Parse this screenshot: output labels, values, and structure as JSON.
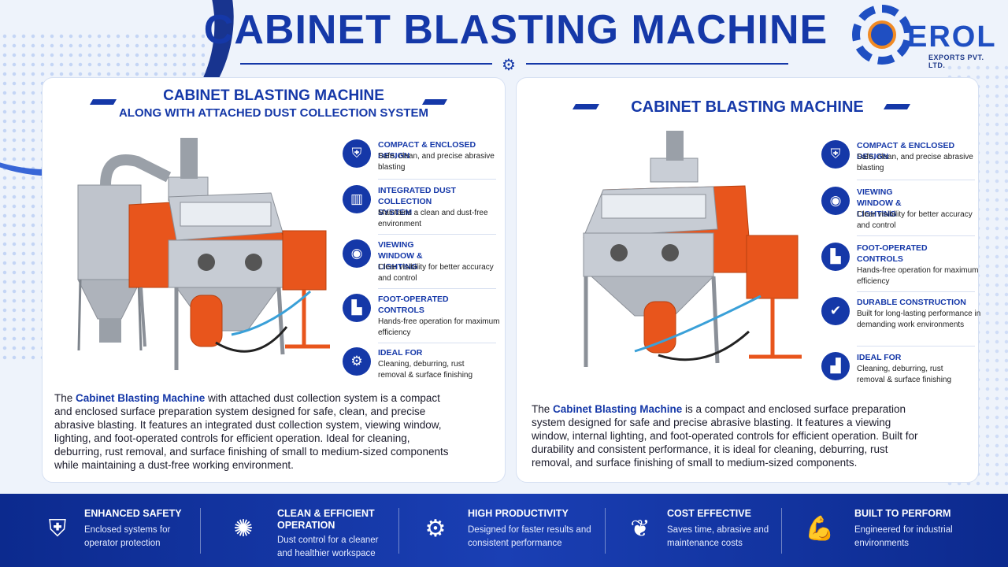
{
  "title": "CABINET BLASTING MACHINE",
  "logo": {
    "name": "EROL",
    "sub": "EXPORTS PVT. LTD."
  },
  "left_card": {
    "title": "CABINET BLASTING MACHINE",
    "subtitle": "ALONG WITH ATTACHED DUST COLLECTION SYSTEM",
    "features": [
      {
        "icon": "shield-icon",
        "title": "COMPACT & ENCLOSED DESIGN",
        "desc": "Safe, clean, and precise abrasive blasting"
      },
      {
        "icon": "dust-collector-icon",
        "title": "INTEGRATED DUST COLLECTION SYSTEM",
        "desc": "Maintains a clean and dust-free environment"
      },
      {
        "icon": "eye-icon",
        "title": "VIEWING WINDOW & LIGHTING",
        "desc": "Clear visibility for better accuracy and control"
      },
      {
        "icon": "boot-icon",
        "title": "FOOT-OPERATED CONTROLS",
        "desc": "Hands-free operation for maximum efficiency"
      },
      {
        "icon": "gear-icon",
        "title": "IDEAL FOR",
        "desc": "Cleaning, deburring, rust removal & surface finishing"
      }
    ],
    "desc_lead": "The ",
    "desc_bold": "Cabinet Blasting Machine",
    "desc_rest": " with attached dust collection system is a compact and enclosed surface preparation system designed for safe, clean, and precise abrasive blasting. It features an integrated dust collection system, viewing window, lighting, and foot-operated controls for efficient operation. Ideal for cleaning, deburring, rust removal, and surface finishing of small to medium-sized components while maintaining a dust-free working environment."
  },
  "right_card": {
    "title": "CABINET BLASTING MACHINE",
    "features": [
      {
        "icon": "shield-icon",
        "title": "COMPACT & ENCLOSED DESIGN",
        "desc": "Safe, clean, and precise abrasive blasting"
      },
      {
        "icon": "eye-icon",
        "title": "VIEWING WINDOW & LIGHTING",
        "desc": "Clear visibility for better accuracy and control"
      },
      {
        "icon": "boot-icon",
        "title": "FOOT-OPERATED CONTROLS",
        "desc": "Hands-free operation for maximum efficiency"
      },
      {
        "icon": "shield-check-icon",
        "title": "DURABLE CONSTRUCTION",
        "desc": "Built for long-lasting performance in demanding work environments"
      },
      {
        "icon": "factory-icon",
        "title": "IDEAL FOR",
        "desc": "Cleaning, deburring, rust removal & surface finishing"
      }
    ],
    "desc_lead": "The ",
    "desc_bold": "Cabinet Blasting Machine",
    "desc_rest": " is a compact and enclosed surface preparation system designed for safe and precise abrasive blasting. It features a viewing window, internal lighting, and foot-operated controls for efficient operation. Built for durability and consistent performance, it is ideal for cleaning, deburring, rust removal, and surface finishing of small to medium-sized components."
  },
  "footer": [
    {
      "icon": "shield-check-icon",
      "title": "ENHANCED SAFETY",
      "desc": "Enclosed systems for operator protection"
    },
    {
      "icon": "sparkle-icon",
      "title": "CLEAN & EFFICIENT OPERATION",
      "desc": "Dust control for a cleaner and healthier workspace"
    },
    {
      "icon": "gear-icon",
      "title": "HIGH PRODUCTIVITY",
      "desc": "Designed for faster results and consistent performance"
    },
    {
      "icon": "leaf-icon",
      "title": "COST EFFECTIVE",
      "desc": "Saves time, abrasive and maintenance costs"
    },
    {
      "icon": "arm-icon",
      "title": "BUILT TO PERFORM",
      "desc": "Engineered for industrial environments"
    }
  ],
  "colors": {
    "primary": "#1538a8",
    "accent": "#e8551c",
    "footer": "#0c2a8e"
  }
}
